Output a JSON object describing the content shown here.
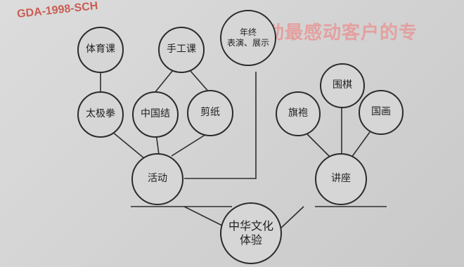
{
  "stamp": {
    "text": "GDA-1998-SCH",
    "color": "#c8483c"
  },
  "heading_fragment": "动最感动客户的专",
  "diagram": {
    "root": "中华文化\n体验",
    "activity": {
      "label": "活动",
      "sports_course": "体育课",
      "tai_chi": "太极拳",
      "handcraft_course": "手工课",
      "chinese_knot": "中国结",
      "paper_cutting": "剪纸",
      "year_end_show": "年终\n表演、展示"
    },
    "lecture": {
      "label": "讲座",
      "qipao": "旗袍",
      "go_chess": "围棋",
      "chinese_painting": "国画"
    }
  }
}
